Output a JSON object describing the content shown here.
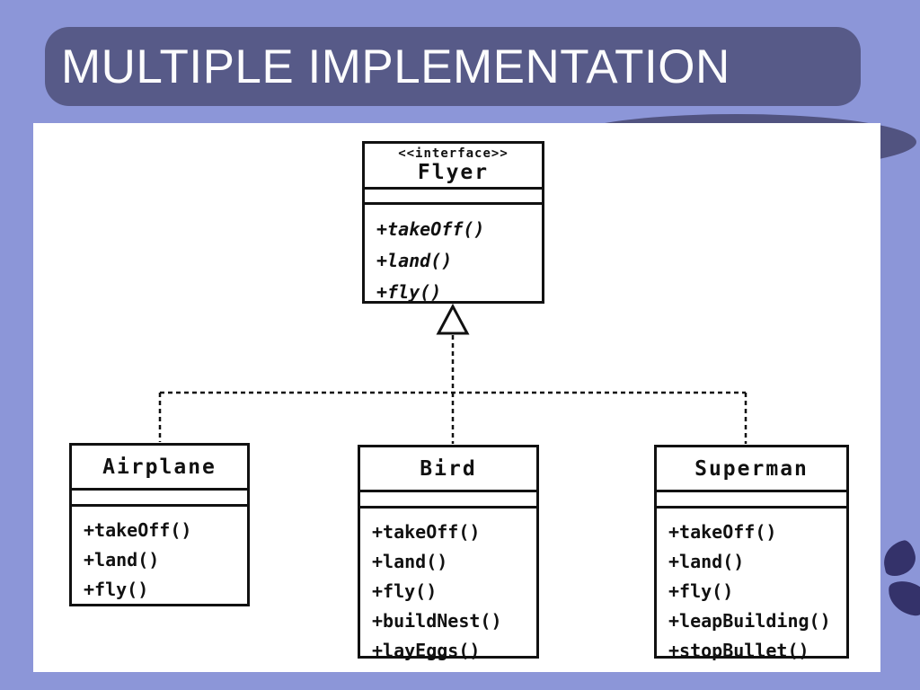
{
  "slide": {
    "title": "MULTIPLE IMPLEMENTATION",
    "colors": {
      "background": "#8c96d8",
      "title_bar": "#575a88",
      "swoosh": "#515380",
      "accent_dark": "#34326a",
      "panel": "#ffffff",
      "ink": "#111111"
    }
  },
  "diagram": {
    "interface": {
      "stereotype": "<<interface>>",
      "name": "Flyer",
      "methods": [
        "+takeOff()",
        "+land()",
        "+fly()"
      ]
    },
    "classes": [
      {
        "name": "Airplane",
        "methods": [
          "+takeOff()",
          "+land()",
          "+fly()"
        ]
      },
      {
        "name": "Bird",
        "methods": [
          "+takeOff()",
          "+land()",
          "+fly()",
          "+buildNest()",
          "+layEggs()"
        ]
      },
      {
        "name": "Superman",
        "methods": [
          "+takeOff()",
          "+land()",
          "+fly()",
          "+leapBuilding()",
          "+stopBullet()"
        ]
      }
    ]
  }
}
